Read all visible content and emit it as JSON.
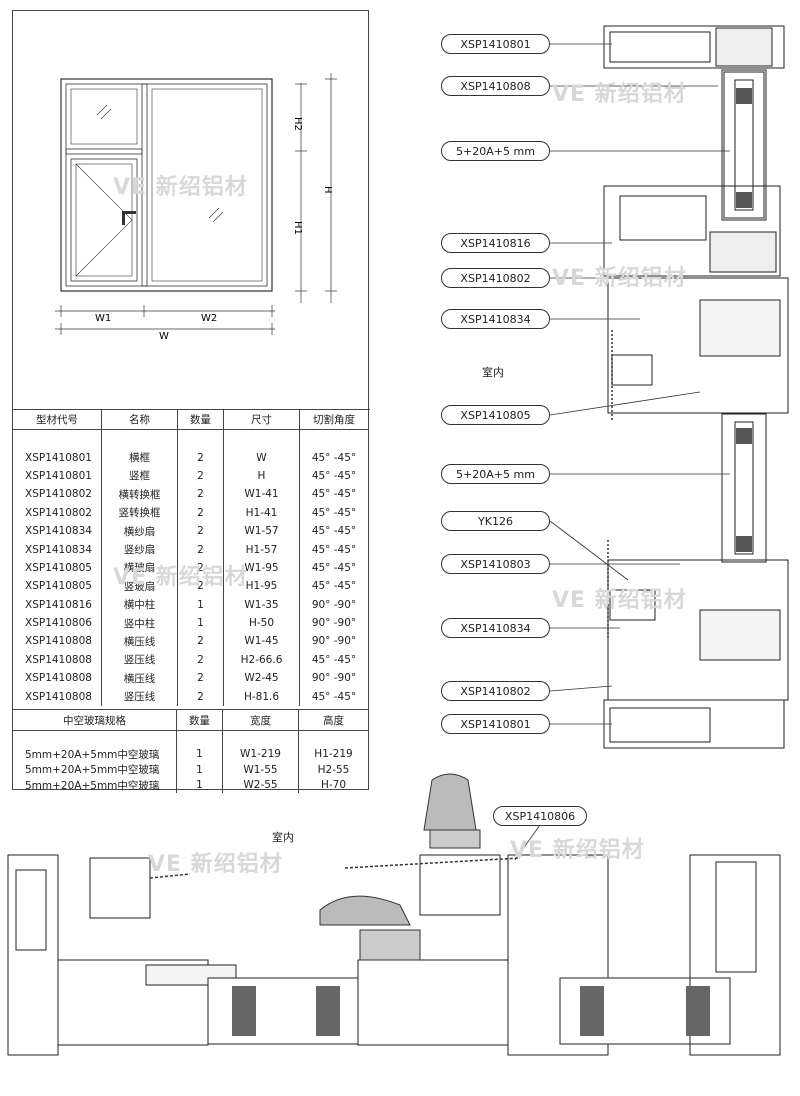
{
  "watermark": "新绍铝材",
  "watermark_logo": "VE",
  "elevation": {
    "dim_h2": "H2",
    "dim_h1": "H1",
    "dim_h": "H",
    "dim_w1": "W1",
    "dim_w2": "W2",
    "dim_w": "W"
  },
  "parts_table": {
    "headers": [
      "型材代号",
      "名称",
      "数量",
      "尺寸",
      "切割角度"
    ],
    "rows": [
      [
        "XSP1410801",
        "横框",
        "2",
        "W",
        "45°  -45°"
      ],
      [
        "XSP1410801",
        "竖框",
        "2",
        "H",
        "45°  -45°"
      ],
      [
        "XSP1410802",
        "横转换框",
        "2",
        "W1-41",
        "45°  -45°"
      ],
      [
        "XSP1410802",
        "竖转换框",
        "2",
        "H1-41",
        "45°  -45°"
      ],
      [
        "XSP1410834",
        "横纱扇",
        "2",
        "W1-57",
        "45°  -45°"
      ],
      [
        "XSP1410834",
        "竖纱扇",
        "2",
        "H1-57",
        "45°  -45°"
      ],
      [
        "XSP1410805",
        "横玻扇",
        "2",
        "W1-95",
        "45°  -45°"
      ],
      [
        "XSP1410805",
        "竖玻扇",
        "2",
        "H1-95",
        "45°  -45°"
      ],
      [
        "XSP1410816",
        "横中柱",
        "1",
        "W1-35",
        "90°  -90°"
      ],
      [
        "XSP1410806",
        "竖中柱",
        "1",
        "H-50",
        "90°  -90°"
      ],
      [
        "XSP1410808",
        "横压线",
        "2",
        "W1-45",
        "90°  -90°"
      ],
      [
        "XSP1410808",
        "竖压线",
        "2",
        "H2-66.6",
        "45°  -45°"
      ],
      [
        "XSP1410808",
        "横压线",
        "2",
        "W2-45",
        "90°  -90°"
      ],
      [
        "XSP1410808",
        "竖压线",
        "2",
        "H-81.6",
        "45°  -45°"
      ]
    ]
  },
  "glass_table": {
    "headers": [
      "中空玻璃规格",
      "数量",
      "宽度",
      "高度"
    ],
    "rows": [
      [
        "5mm+20A+5mm中空玻璃",
        "1",
        "W1-219",
        "H1-219"
      ],
      [
        "5mm+20A+5mm中空玻璃",
        "1",
        "W1-55",
        "H2-55"
      ],
      [
        "5mm+20A+5mm中空玻璃",
        "1",
        "W2-55",
        "H-70"
      ]
    ]
  },
  "vertical_section": {
    "callouts": [
      "XSP1410801",
      "XSP1410808",
      "5+20A+5 mm",
      "XSP1410816",
      "XSP1410802",
      "XSP1410834",
      "XSP1410805",
      "5+20A+5 mm",
      "YK126",
      "XSP1410803",
      "XSP1410834",
      "XSP1410802",
      "XSP1410801"
    ],
    "indoor_label": "室内"
  },
  "horizontal_section": {
    "callout": "XSP1410806",
    "indoor_label": "室内"
  }
}
